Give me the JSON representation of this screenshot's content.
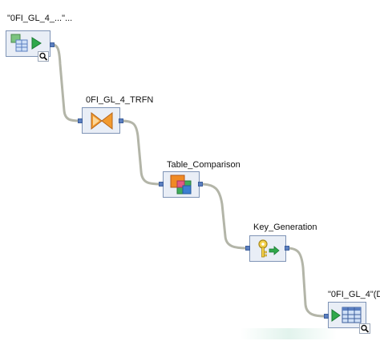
{
  "canvas": {
    "link_color": "#b3b5a8",
    "node_fill": "#e9eef6",
    "node_border": "#7f94b6",
    "port_color": "#5b7fc0"
  },
  "nodes": {
    "source": {
      "label": "\"0FI_GL_4_...\"...",
      "icon": "source-table-reader-icon",
      "badge_icon": "magnifier-icon"
    },
    "transform": {
      "label": "0FI_GL_4_TRFN",
      "icon": "bowtie-transform-icon"
    },
    "table_comparison": {
      "label": "Table_Comparison",
      "icon": "table-comparison-icon"
    },
    "key_generation": {
      "label": "Key_Generation",
      "icon": "key-generation-icon"
    },
    "target": {
      "label": "\"0FI_GL_4\"(D...",
      "icon": "target-table-loader-icon",
      "badge_icon": "magnifier-icon"
    }
  }
}
